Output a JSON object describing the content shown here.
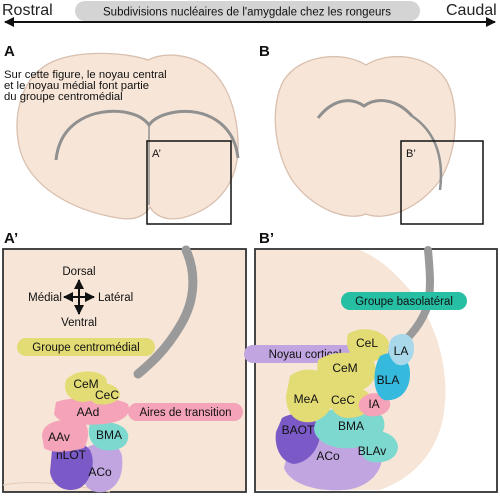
{
  "header": {
    "rostral": "Rostral",
    "caudal": "Caudal",
    "title": "Subdivisions nucléaires de l'amygdale chez les rongeurs"
  },
  "panels": {
    "a_label": "A",
    "b_label": "B",
    "a_prime_label": "A’",
    "b_prime_label": "B’",
    "a_inset_label": "A’",
    "b_inset_label": "B’",
    "note_lines": [
      "Sur cette figure, le noyau central",
      "et le noyau médial font partie",
      "du groupe centromédial"
    ]
  },
  "compass": {
    "dorsal": "Dorsal",
    "ventral": "Ventral",
    "medial": "Médial",
    "lateral": "Latéral"
  },
  "groups": {
    "centromedial": "Groupe centromédial",
    "transition": "Aires de transition",
    "cortical": "Noyau cortical",
    "basolateral": "Groupe basolatéral"
  },
  "nuclei_a": {
    "cem": "CeM",
    "cec": "CeC",
    "aad": "AAd",
    "aav": "AAv",
    "bma": "BMA",
    "nlot": "nLOT",
    "aco": "ACo"
  },
  "nuclei_b": {
    "cel": "CeL",
    "cem": "CeM",
    "la": "LA",
    "bla": "BLA",
    "mea": "MeA",
    "cec": "CeC",
    "ia": "IA",
    "baot": "BAOT",
    "bma": "BMA",
    "blav": "BLAv",
    "aco": "ACo"
  },
  "colors": {
    "tissue": "#f7e6d8",
    "white_matter": "#909090",
    "centromedial": "#e3db74",
    "transition": "#f4a3b8",
    "cortical": "#c1a5e0",
    "basolateral": "#27bfa4",
    "la_cyan": "#35b9dd",
    "bma": "#7dd8cf",
    "nlot": "#7b5ac8"
  }
}
